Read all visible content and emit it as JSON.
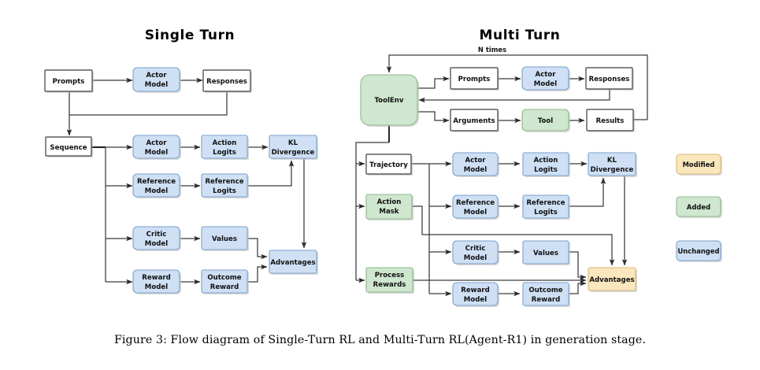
{
  "figure": {
    "caption": "Figure 3: Flow diagram of Single-Turn RL and Multi-Turn RL(Agent-R1) in generation stage."
  },
  "single_turn": {
    "title": "Single Turn",
    "nodes": {
      "prompts": "Prompts",
      "actor_model_top": "Actor\nModel",
      "actor_model_top_line1": "Actor",
      "actor_model_top_line2": "Model",
      "responses": "Responses",
      "sequence": "Sequence",
      "actor_model": "Actor",
      "actor_model_l2": "Model",
      "action_logits": "Action",
      "action_logits_l2": "Logits",
      "kl_divergence": "KL",
      "kl_divergence_l2": "Divergence",
      "reference_model": "Reference",
      "reference_model_l2": "Model",
      "reference_logits": "Reference",
      "reference_logits_l2": "Logits",
      "critic_model": "Critic",
      "critic_model_l2": "Model",
      "values": "Values",
      "reward_model": "Reward",
      "reward_model_l2": "Model",
      "outcome_reward": "Outcome",
      "outcome_reward_l2": "Reward",
      "advantages": "Advantages"
    }
  },
  "multi_turn": {
    "title": "Multi Turn",
    "loop_label": "N times",
    "nodes": {
      "toolenv": "ToolEnv",
      "prompts": "Prompts",
      "actor_model_top": "Actor",
      "actor_model_top_l2": "Model",
      "responses": "Responses",
      "arguments": "Arguments",
      "tool": "Tool",
      "results": "Results",
      "trajectory": "Trajectory",
      "action_mask": "Action",
      "action_mask_l2": "Mask",
      "process_rewards": "Process",
      "process_rewards_l2": "Rewards",
      "actor_model": "Actor",
      "actor_model_l2": "Model",
      "action_logits": "Action",
      "action_logits_l2": "Logits",
      "kl_divergence": "KL",
      "kl_divergence_l2": "Divergence",
      "reference_model": "Reference",
      "reference_model_l2": "Model",
      "reference_logits": "Reference",
      "reference_logits_l2": "Logits",
      "critic_model": "Critic",
      "critic_model_l2": "Model",
      "values": "Values",
      "reward_model": "Reward",
      "reward_model_l2": "Model",
      "outcome_reward": "Outcome",
      "outcome_reward_l2": "Reward",
      "advantages": "Advantages"
    }
  },
  "legend": {
    "items": [
      {
        "label": "Modified",
        "color": "#fbe7bd"
      },
      {
        "label": "Added",
        "color": "#cfe6cf"
      },
      {
        "label": "Unchanged",
        "color": "#cfe0f5"
      }
    ]
  },
  "colors": {
    "modified": "#fbe7bd",
    "added": "#cfe6cf",
    "unchanged": "#cfe0f5",
    "white": "#ffffff",
    "stroke": "#3a3a3a"
  }
}
